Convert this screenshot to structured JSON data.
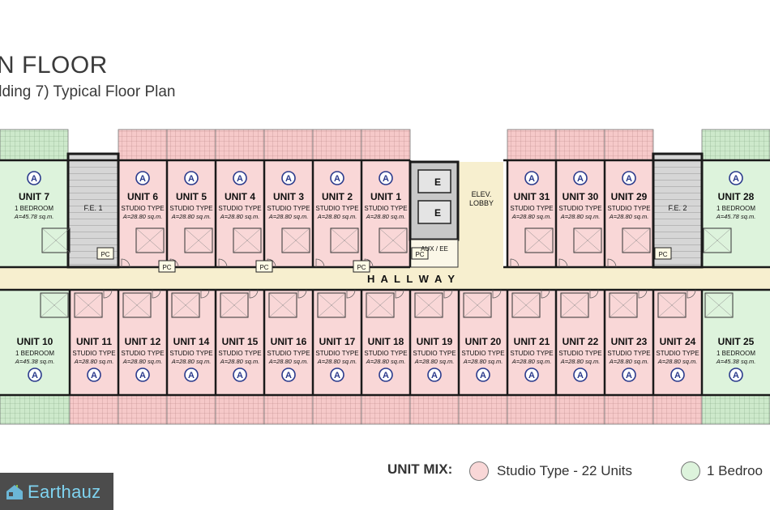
{
  "title": "N FLOOR",
  "subtitle": "ilding 7) Typical Floor Plan",
  "hallway_label": "H A L L W A Y",
  "elev_lobby": [
    "ELEV.",
    "LOBBY"
  ],
  "aux": "AUX / EE",
  "elevator": "E",
  "pc": "PC",
  "fire_exits": [
    "F.E. 1",
    "F.E. 2"
  ],
  "type_marker": "A",
  "colors": {
    "studio": "#f9d7d7",
    "one_bedroom": "#ddf3dc",
    "hallway": "#f7efcf",
    "core": "#d6d6d6",
    "wall": "#1a1a1a"
  },
  "units_top": [
    {
      "name": "UNIT 7",
      "type": "1 BEDROOM",
      "area": "A=45.78 sq.m.",
      "kind": "one_bedroom"
    },
    {
      "name": "UNIT 6",
      "type": "STUDIO TYPE",
      "area": "A=28.80 sq.m.",
      "kind": "studio"
    },
    {
      "name": "UNIT 5",
      "type": "STUDIO TYPE",
      "area": "A=28.80 sq.m.",
      "kind": "studio"
    },
    {
      "name": "UNIT 4",
      "type": "STUDIO TYPE",
      "area": "A=28.80 sq.m.",
      "kind": "studio"
    },
    {
      "name": "UNIT 3",
      "type": "STUDIO TYPE",
      "area": "A=28.80 sq.m.",
      "kind": "studio"
    },
    {
      "name": "UNIT 2",
      "type": "STUDIO TYPE",
      "area": "A=28.80 sq.m.",
      "kind": "studio"
    },
    {
      "name": "UNIT 1",
      "type": "STUDIO TYPE",
      "area": "A=28.80 sq.m.",
      "kind": "studio"
    },
    {
      "name": "UNIT 31",
      "type": "STUDIO TYPE",
      "area": "A=28.80 sq.m.",
      "kind": "studio"
    },
    {
      "name": "UNIT 30",
      "type": "STUDIO TYPE",
      "area": "A=28.80 sq.m.",
      "kind": "studio"
    },
    {
      "name": "UNIT 29",
      "type": "STUDIO TYPE",
      "area": "A=28.80 sq.m.",
      "kind": "studio"
    },
    {
      "name": "UNIT 28",
      "type": "1 BEDROOM",
      "area": "A=45.78 sq.m.",
      "kind": "one_bedroom"
    }
  ],
  "units_bottom": [
    {
      "name": "UNIT 10",
      "type": "1 BEDROOM",
      "area": "A=45.38 sq.m.",
      "kind": "one_bedroom"
    },
    {
      "name": "UNIT 11",
      "type": "STUDIO TYPE",
      "area": "A=28.80 sq.m.",
      "kind": "studio"
    },
    {
      "name": "UNIT 12",
      "type": "STUDIO TYPE",
      "area": "A=28.80 sq.m.",
      "kind": "studio"
    },
    {
      "name": "UNIT 14",
      "type": "STUDIO TYPE",
      "area": "A=28.80 sq.m.",
      "kind": "studio"
    },
    {
      "name": "UNIT 15",
      "type": "STUDIO TYPE",
      "area": "A=28.80 sq.m.",
      "kind": "studio"
    },
    {
      "name": "UNIT 16",
      "type": "STUDIO TYPE",
      "area": "A=28.80 sq.m.",
      "kind": "studio"
    },
    {
      "name": "UNIT 17",
      "type": "STUDIO TYPE",
      "area": "A=28.80 sq.m.",
      "kind": "studio"
    },
    {
      "name": "UNIT 18",
      "type": "STUDIO TYPE",
      "area": "A=28.80 sq.m.",
      "kind": "studio"
    },
    {
      "name": "UNIT 19",
      "type": "STUDIO TYPE",
      "area": "A=28.80 sq.m.",
      "kind": "studio"
    },
    {
      "name": "UNIT 20",
      "type": "STUDIO TYPE",
      "area": "A=28.80 sq.m.",
      "kind": "studio"
    },
    {
      "name": "UNIT 21",
      "type": "STUDIO TYPE",
      "area": "A=28.80 sq.m.",
      "kind": "studio"
    },
    {
      "name": "UNIT 22",
      "type": "STUDIO TYPE",
      "area": "A=28.80 sq.m.",
      "kind": "studio"
    },
    {
      "name": "UNIT 23",
      "type": "STUDIO TYPE",
      "area": "A=28.80 sq.m.",
      "kind": "studio"
    },
    {
      "name": "UNIT 24",
      "type": "STUDIO TYPE",
      "area": "A=28.80 sq.m.",
      "kind": "studio"
    },
    {
      "name": "UNIT 25",
      "type": "1 BEDROOM",
      "area": "A=45.38 sq.m.",
      "kind": "one_bedroom"
    }
  ],
  "legend": {
    "label": "UNIT MIX:",
    "studio": "Studio Type   - 22 Units",
    "one_bedroom": "1 Bedroo"
  },
  "logo": {
    "brand": "Earthauz",
    "icon": "house-icon"
  }
}
